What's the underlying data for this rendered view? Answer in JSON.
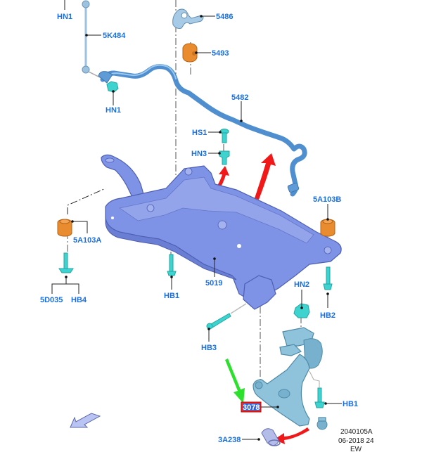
{
  "diagram": {
    "title": "Front Subframe and Stabilizer Bar Exploded View",
    "labels": {
      "hn1_top": "HN1",
      "link_5k484": "5K484",
      "hn1_mid": "HN1",
      "bracket_5486": "5486",
      "bushing_5493": "5493",
      "stab_bar_5482": "5482",
      "hs1": "HS1",
      "hn3": "HN3",
      "mount_5a103b": "5A103B",
      "mount_5a103a": "5A103A",
      "washer_5d035": "5D035",
      "bolt_hb4": "HB4",
      "bolt_hb1_left": "HB1",
      "subframe_5019": "5019",
      "nut_hn2": "HN2",
      "bolt_hb2": "HB2",
      "bolt_hb3": "HB3",
      "lower_arm_3078": "3078",
      "bolt_hb1_right": "HB1",
      "shield_3a238": "3A238"
    },
    "highlighted_part": "3078",
    "footer": {
      "ref_number": "2040105A",
      "date_code": "06-2018 24",
      "region": "EW"
    },
    "colors": {
      "label_blue": "#1a6fe0",
      "highlight_red": "#e8282a",
      "pointer_green": "#2ee02e",
      "arrow_red": "#f01818",
      "fastener_teal": "#3fd3cf",
      "bushing_orange": "#e98c2f",
      "subframe_blue": "#7f93e6",
      "arm_blue": "#8fc3dc"
    },
    "icons": {
      "direction_arrow": "front-direction-arrow-icon",
      "green_pointer": "green-pointer-arrow-icon"
    }
  }
}
